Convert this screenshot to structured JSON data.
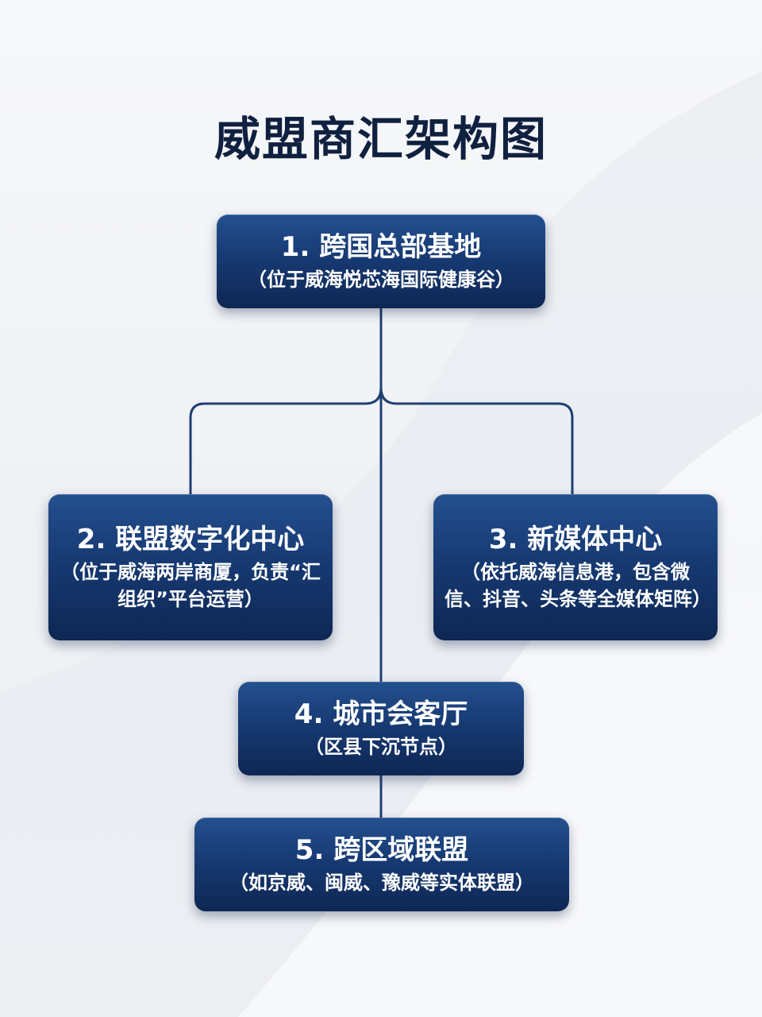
{
  "title": "威盟商汇架构图",
  "nodes": [
    {
      "id": "n1",
      "title": "1. 跨国总部基地",
      "desc": "（位于威海悦芯海国际健康谷）"
    },
    {
      "id": "n2",
      "title": "2. 联盟数字化中心",
      "desc": "（位于威海两岸商厦，负责“汇组织”平台运营）"
    },
    {
      "id": "n3",
      "title": "3. 新媒体中心",
      "desc": "（依托威海信息港，包含微信、抖音、头条等全媒体矩阵）"
    },
    {
      "id": "n4",
      "title": "4. 城市会客厅",
      "desc": "（区县下沉节点）"
    },
    {
      "id": "n5",
      "title": "5. 跨区域联盟",
      "desc": "（如京威、闽威、豫威等实体联盟）"
    }
  ],
  "edges": [
    {
      "from": "1",
      "to": "2"
    },
    {
      "from": "1",
      "to": "3"
    },
    {
      "from": "1",
      "to": "4"
    },
    {
      "from": "4",
      "to": "5"
    }
  ],
  "colors": {
    "title": "#10203f",
    "node_fill_top": "#24508f",
    "node_fill_bottom": "#0e2754",
    "connector": "#1f3f73"
  }
}
